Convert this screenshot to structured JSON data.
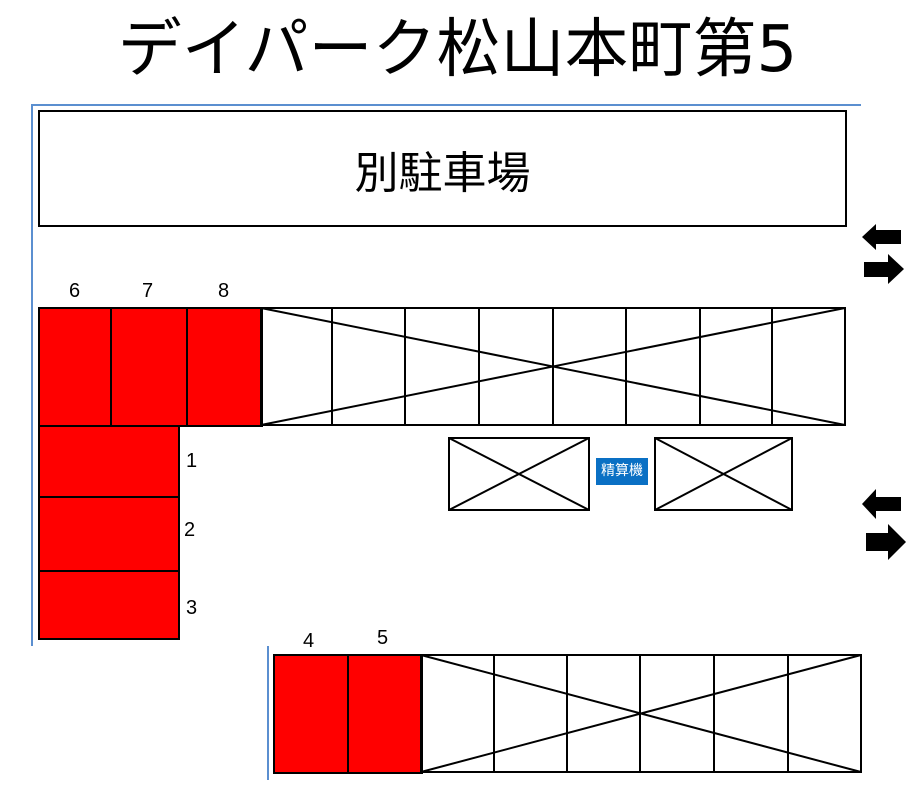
{
  "title": "デイパーク松山本町第5",
  "annex_label": "別駐車場",
  "pay_machine_label": "精算機",
  "colors": {
    "occupied_space": "#ff0000",
    "pay_machine": "#0a70c4",
    "boundary_line": "#5b8fd0",
    "outline": "#000000"
  },
  "spaces": {
    "top_row": [
      {
        "number": "6",
        "status": "available"
      },
      {
        "number": "7",
        "status": "available"
      },
      {
        "number": "8",
        "status": "available"
      }
    ],
    "left_column": [
      {
        "number": "1",
        "status": "available"
      },
      {
        "number": "2",
        "status": "available"
      },
      {
        "number": "3",
        "status": "available"
      }
    ],
    "bottom_row": [
      {
        "number": "4",
        "status": "available"
      },
      {
        "number": "5",
        "status": "available"
      }
    ]
  },
  "unavailable_areas": [
    {
      "name": "top-row-blocked",
      "cells": 8
    },
    {
      "name": "middle-left-blocked",
      "cells": 1
    },
    {
      "name": "middle-right-blocked",
      "cells": 1
    },
    {
      "name": "bottom-row-blocked",
      "cells": 6
    }
  ],
  "entrances": [
    {
      "name": "entrance-upper",
      "icons": [
        "arrow-left-icon",
        "arrow-right-icon"
      ]
    },
    {
      "name": "entrance-lower",
      "icons": [
        "arrow-left-icon",
        "arrow-right-icon"
      ]
    }
  ]
}
